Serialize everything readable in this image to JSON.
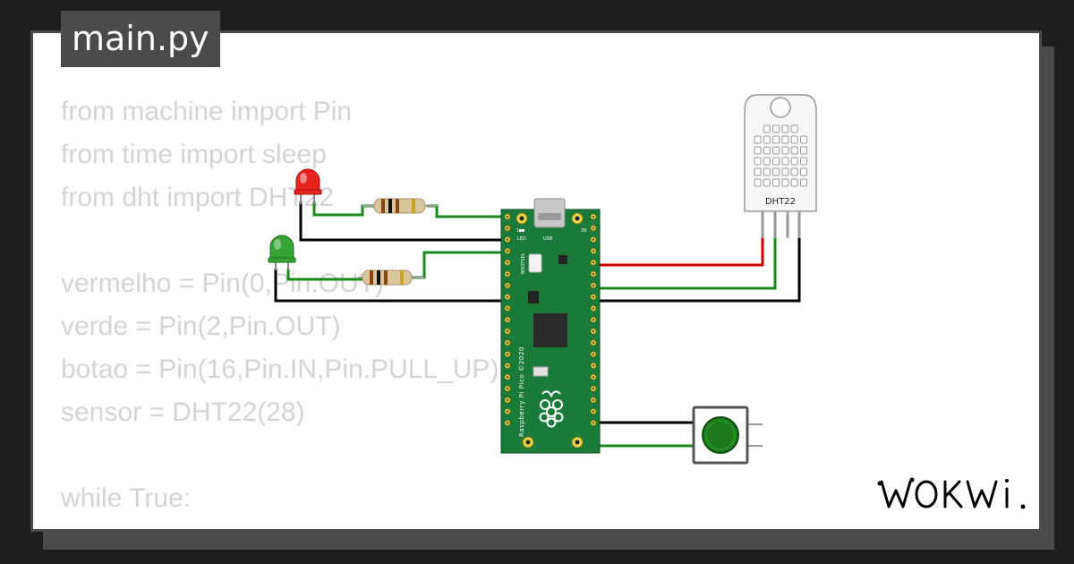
{
  "editor": {
    "filename": "main.py",
    "code_lines": [
      "from machine import Pin",
      "from time import sleep",
      "from dht import DHT22",
      "",
      "vermelho = Pin(0,Pin.OUT)",
      "verde = Pin(2,Pin.OUT)",
      "botao = Pin(16,Pin.IN,Pin.PULL_UP)",
      "sensor = DHT22(28)",
      "",
      "while True:"
    ]
  },
  "board": {
    "name": "Raspberry Pi Pico ©2020",
    "led_label": "LED",
    "usb_label": "USB",
    "bootsel_label": "BOOTSEL",
    "pin_left_label": "1",
    "pin_right_label": "39"
  },
  "sensor": {
    "label": "DHT22"
  },
  "brand": {
    "logo": "WOKWI"
  },
  "colors": {
    "board_green": "#1a7a3a",
    "wire_green": "#1a8a1a",
    "wire_red": "#d40000",
    "wire_black": "#000000",
    "led_red": "#e8231f",
    "led_green": "#35a335",
    "button_green": "#1d7a1d",
    "code_text": "#d4d4d4",
    "frame": "#4a4a4a"
  }
}
